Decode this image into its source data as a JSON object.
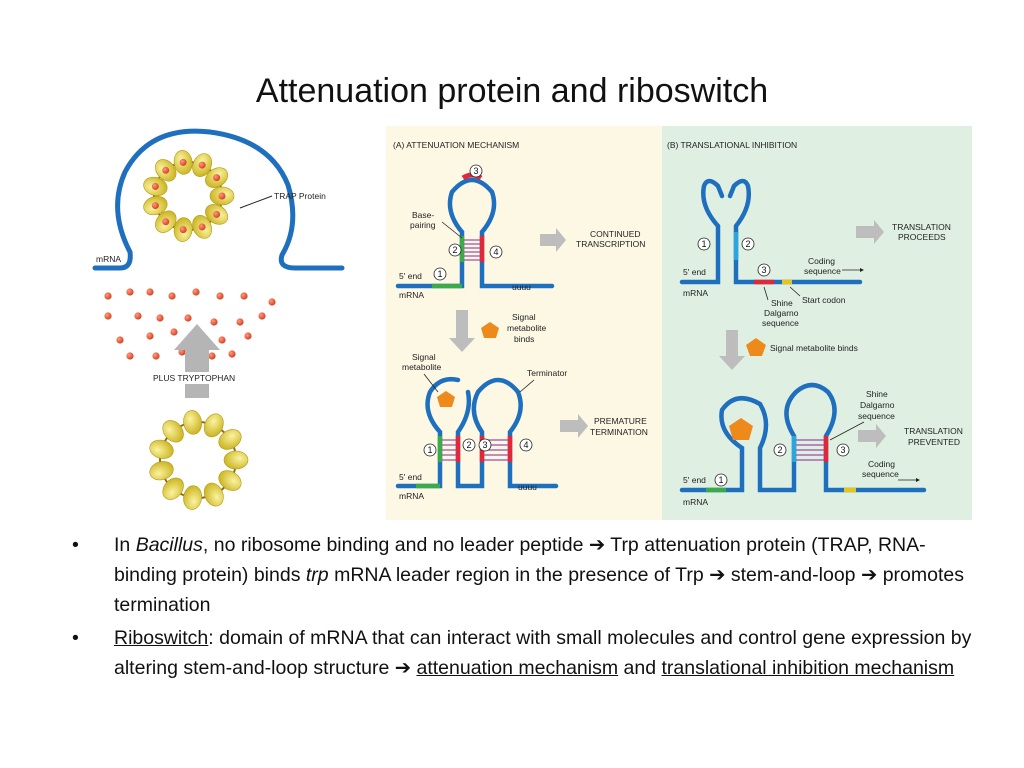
{
  "title": "Attenuation protein and riboswitch",
  "left_panel": {
    "trap_label": "TRAP Protein",
    "mrna_label": "mRNA",
    "plus_label": "PLUS TRYPTOPHAN"
  },
  "panel_a": {
    "header": "(A)   ATTENUATION MECHANISM",
    "base_pairing_1": "Base-",
    "base_pairing_2": "pairing",
    "five_end": "5' end",
    "mrna": "mRNA",
    "uuuu": "uuuu",
    "continued_1": "CONTINUED",
    "continued_2": "TRANSCRIPTION",
    "signal_binds_1": "Signal",
    "signal_binds_2": "metabolite",
    "signal_binds_3": "binds",
    "signal_met_1": "Signal",
    "signal_met_2": "metabolite",
    "terminator": "Terminator",
    "premature_1": "PREMATURE",
    "premature_2": "TERMINATION",
    "five_end_b": "5' end",
    "mrna_b": "mRNA",
    "uuuu_b": "uuuu",
    "n1": "1",
    "n2": "2",
    "n3": "3",
    "n4": "4"
  },
  "panel_b": {
    "header": "(B)   TRANSLATIONAL INHIBITION",
    "five_end": "5' end",
    "mrna": "mRNA",
    "coding_1": "Coding",
    "coding_2": "sequence",
    "proceeds_1": "TRANSLATION",
    "proceeds_2": "PROCEEDS",
    "shine_1": "Shine",
    "shine_2": "Dalgarno",
    "shine_3": "sequence",
    "start_codon": "Start codon",
    "signal_binds": "Signal metabolite binds",
    "shine_b1": "Shine",
    "shine_b2": "Dalgarno",
    "shine_b3": "sequence",
    "prevented_1": "TRANSLATION",
    "prevented_2": "PREVENTED",
    "coding_b1": "Coding",
    "coding_b2": "sequence",
    "five_end_b": "5' end",
    "mrna_b": "mRNA",
    "n1": "1",
    "n2": "2",
    "n3": "3"
  },
  "bullets": {
    "b1_in": "In ",
    "b1_bacillus": "Bacillus",
    "b1_rest1": ", no ribosome binding and no leader peptide ",
    "b1_rest2": " Trp attenuation protein (TRAP, RNA-binding protein) binds ",
    "b1_trp": "trp",
    "b1_rest3": " mRNA leader region in the presence of Trp ",
    "b1_rest4": " stem-and-loop ",
    "b1_rest5": " promotes termination",
    "b2_riboswitch": "Riboswitch",
    "b2_rest1": ": domain of mRNA that can interact with small molecules and control gene expression by altering stem-and-loop structure ",
    "b2_att": "attenuation mechanism",
    "b2_and": " and ",
    "b2_trans": "translational inhibition mechanism",
    "arrow": "➔",
    "dot": "•"
  },
  "colors": {
    "mrna_blue": "#1f6fbf",
    "panel_a_bg": "#fdf8e4",
    "panel_b_bg": "#dff0e3",
    "trap_yellow": "#e8d84a",
    "trp_red": "#e04a2a",
    "metabolite_orange": "#ee8a1c"
  }
}
